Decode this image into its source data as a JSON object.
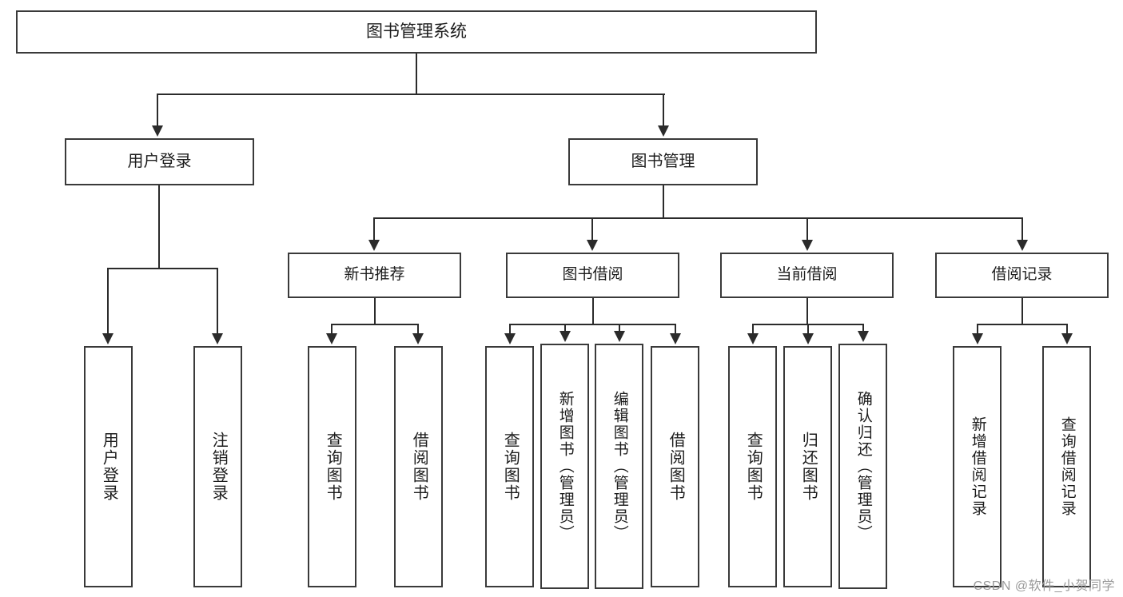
{
  "diagram": {
    "title": "图书管理系统",
    "root": {
      "label": "图书管理系统"
    },
    "level1": [
      {
        "label": "用户登录"
      },
      {
        "label": "图书管理"
      }
    ],
    "level2": [
      {
        "label": "新书推荐"
      },
      {
        "label": "图书借阅"
      },
      {
        "label": "当前借阅"
      },
      {
        "label": "借阅记录"
      }
    ],
    "leaves": {
      "user_login": [
        {
          "label": "用户登录"
        },
        {
          "label": "注销登录"
        }
      ],
      "new_book_recommend": [
        {
          "label": "查询图书"
        },
        {
          "label": "借阅图书"
        }
      ],
      "book_borrow": [
        {
          "label": "查询图书"
        },
        {
          "label": "新增图书（管理员）"
        },
        {
          "label": "编辑图书（管理员）"
        },
        {
          "label": "借阅图书"
        }
      ],
      "current_borrow": [
        {
          "label": "查询图书"
        },
        {
          "label": "归还图书"
        },
        {
          "label": "确认归还（管理员）"
        }
      ],
      "borrow_record": [
        {
          "label": "新增借阅记录"
        },
        {
          "label": "查询借阅记录"
        }
      ]
    }
  },
  "watermark": {
    "text": "CSDN @软件_小贺同学"
  },
  "colors": {
    "box_border": "#3a3a3a",
    "connector": "#2b2b2b",
    "background": "#ffffff",
    "text": "#1c1c1c",
    "watermark": "#9a9a9a"
  }
}
